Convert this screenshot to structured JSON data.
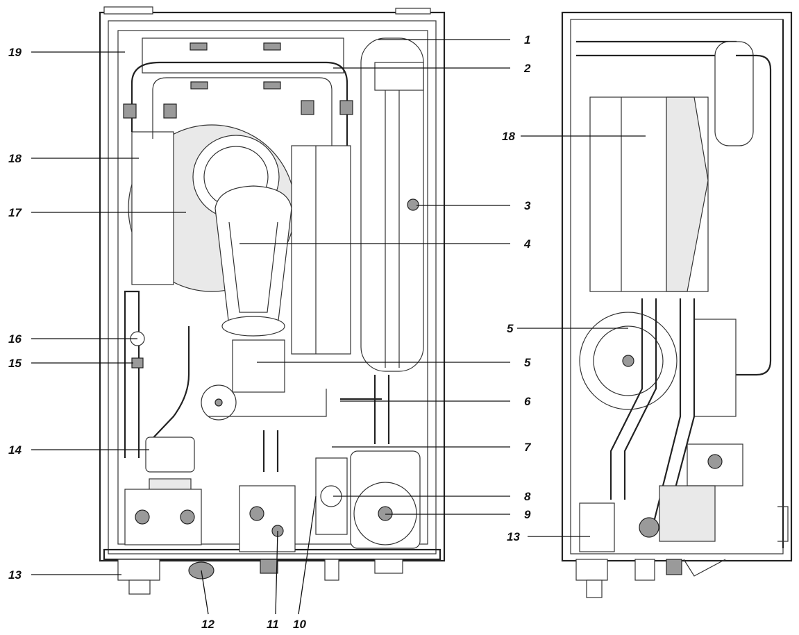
{
  "front_view_labels": [
    {
      "id": "1",
      "text": "1"
    },
    {
      "id": "2",
      "text": "2"
    },
    {
      "id": "3",
      "text": "3"
    },
    {
      "id": "4",
      "text": "4"
    },
    {
      "id": "5",
      "text": "5"
    },
    {
      "id": "6",
      "text": "6"
    },
    {
      "id": "7",
      "text": "7"
    },
    {
      "id": "8",
      "text": "8"
    },
    {
      "id": "9",
      "text": "9"
    },
    {
      "id": "10",
      "text": "10"
    },
    {
      "id": "11",
      "text": "11"
    },
    {
      "id": "12",
      "text": "12"
    },
    {
      "id": "13",
      "text": "13"
    },
    {
      "id": "14",
      "text": "14"
    },
    {
      "id": "15",
      "text": "15"
    },
    {
      "id": "16",
      "text": "16"
    },
    {
      "id": "17",
      "text": "17"
    },
    {
      "id": "18",
      "text": "18"
    },
    {
      "id": "19",
      "text": "19"
    }
  ],
  "side_view_labels": [
    {
      "id": "18",
      "text": "18"
    },
    {
      "id": "5",
      "text": "5"
    },
    {
      "id": "13",
      "text": "13"
    }
  ]
}
